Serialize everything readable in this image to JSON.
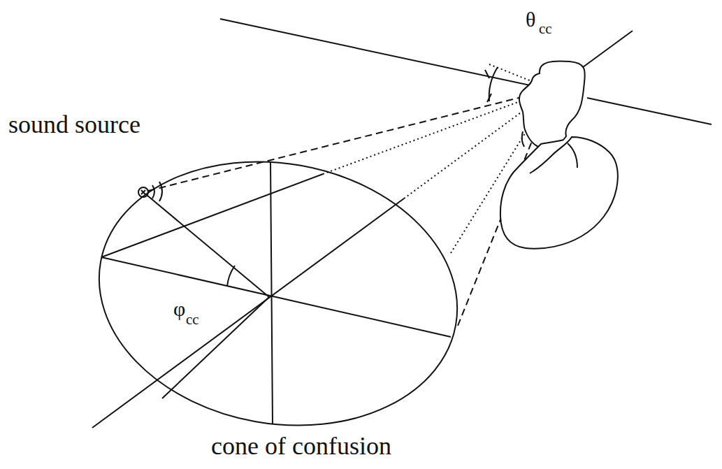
{
  "diagram": {
    "labels": [
      "sound source",
      "θ",
      "cc",
      "φ",
      "cc",
      "cone of confusion"
    ]
  }
}
